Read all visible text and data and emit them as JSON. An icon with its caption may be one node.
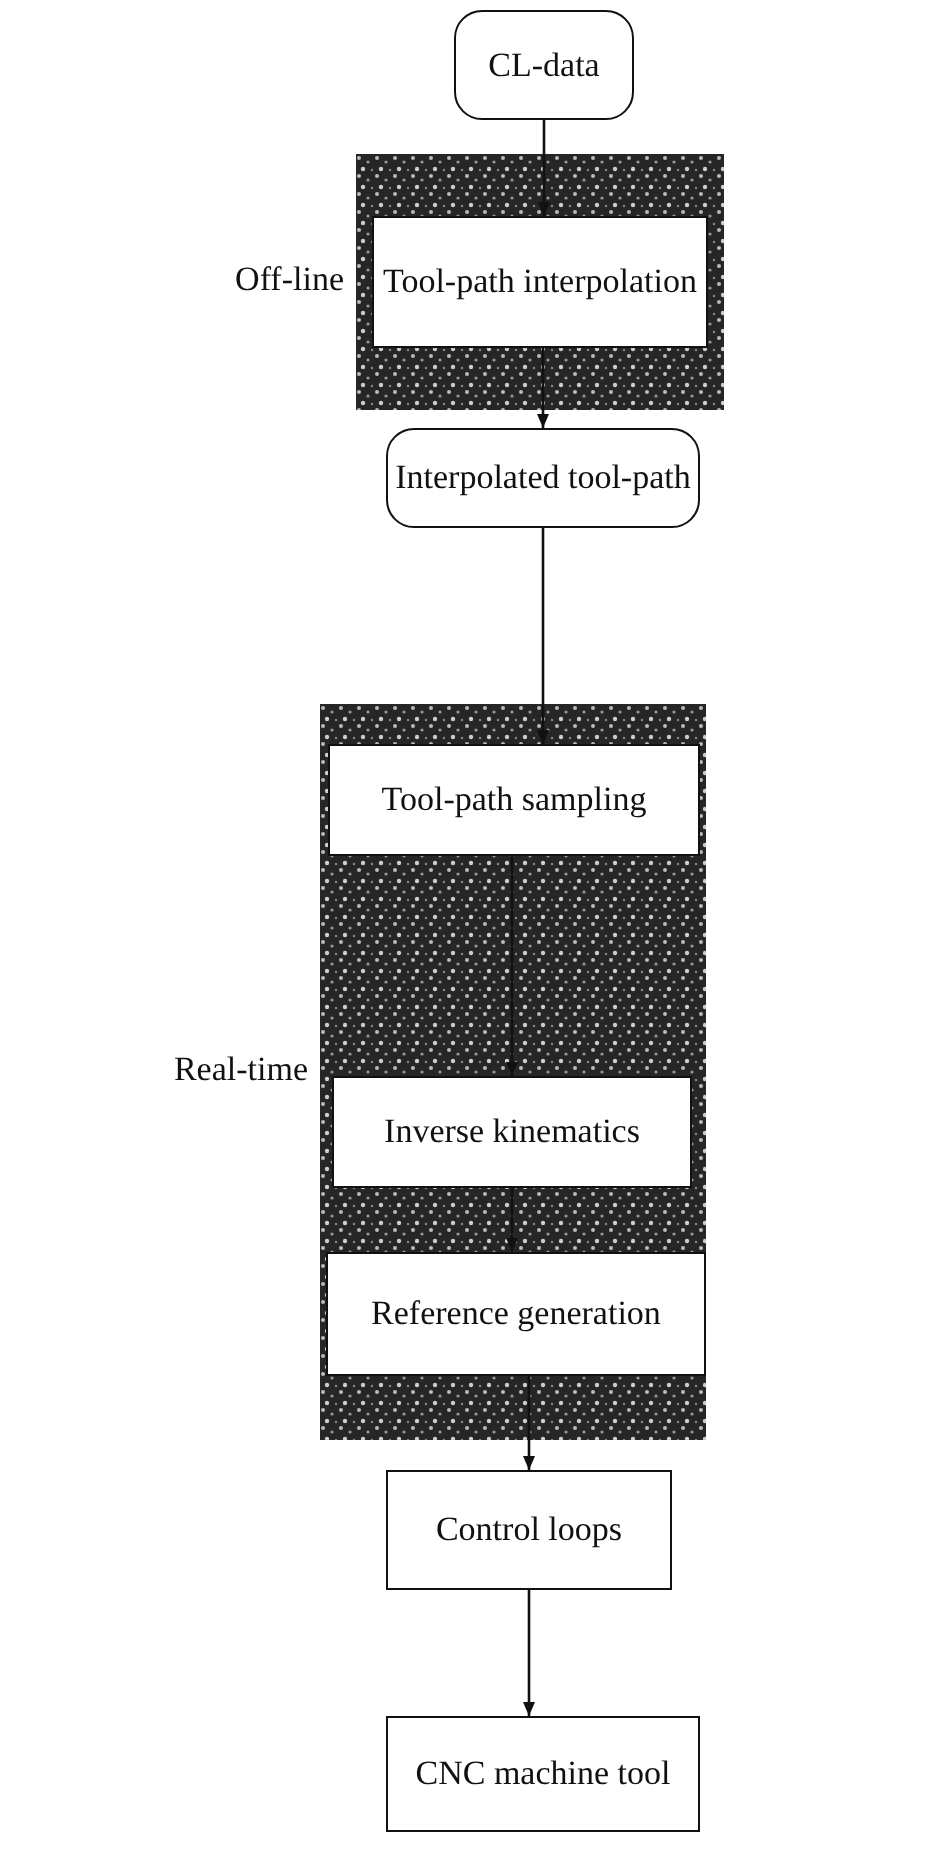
{
  "diagram": {
    "nodes": [
      {
        "text": [
          "CL-data"
        ]
      },
      {
        "text": [
          "Off-line"
        ]
      },
      {
        "text": [
          "Tool-path interpolation"
        ],
        "in": 1
      },
      {
        "text": [
          "Interpolated tool-path"
        ]
      },
      {
        "text": [
          "Real-time"
        ]
      },
      {
        "text": [
          "Tool-path sampling"
        ],
        "in": 4
      },
      {
        "text": [
          "Inverse kinematics"
        ],
        "in": 4
      },
      {
        "text": [
          "Reference generation"
        ],
        "in": 4
      },
      {
        "text": [
          "Control loops"
        ]
      },
      {
        "text": [
          "CNC machine tool"
        ]
      }
    ],
    "edges": [
      {
        "from": 0,
        "to": 2,
        "arrow": "to"
      },
      {
        "from": 2,
        "to": 3,
        "arrow": "to"
      },
      {
        "from": 3,
        "to": 5,
        "arrow": "to"
      },
      {
        "from": 5,
        "to": 6,
        "arrow": "to"
      },
      {
        "from": 6,
        "to": 7,
        "arrow": "to"
      },
      {
        "from": 7,
        "to": 8,
        "arrow": "to"
      },
      {
        "from": 8,
        "to": 9,
        "arrow": "to"
      }
    ]
  }
}
